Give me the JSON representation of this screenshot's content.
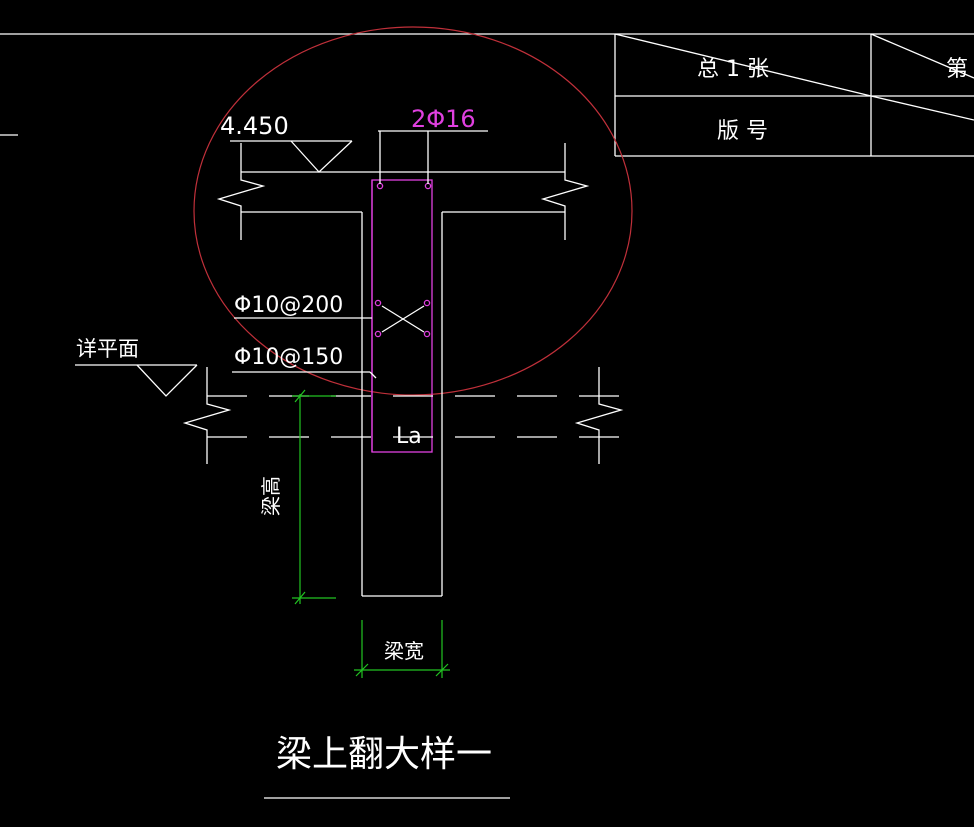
{
  "title_block": {
    "total_sheets": "总  1  张",
    "sheet_no": "第",
    "version": "版  号"
  },
  "drawing": {
    "elevation": "4.450",
    "top_rebar": "2Φ16",
    "tie_rebar": "Φ10@200",
    "stirrup": "Φ10@150",
    "slab_ref": "详平面",
    "anchorage": "La",
    "beam_height": "梁高",
    "beam_width": "梁宽",
    "detail_title": "梁上翻大样一"
  },
  "colors": {
    "background": "#000000",
    "line": "#ffffff",
    "rebar": "#e040e0",
    "dimension": "#22c422",
    "cloud": "#c0303a"
  }
}
